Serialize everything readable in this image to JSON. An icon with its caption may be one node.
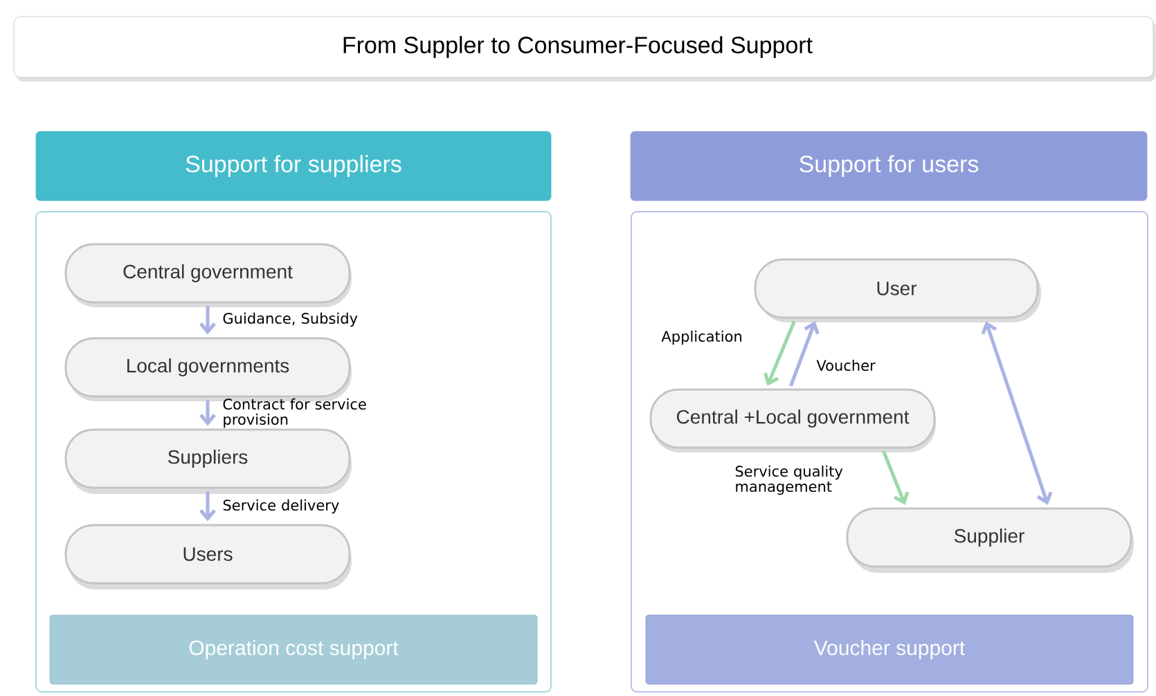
{
  "diagram": {
    "title": "From Suppler to Consumer-Focused Support",
    "nodes": [
      {
        "text": [
          "Support for suppliers"
        ]
      },
      {
        "text": [],
        "shape": "box"
      },
      {
        "text": [
          "Central government"
        ],
        "in": 1
      },
      {
        "text": [
          "Local governments"
        ],
        "in": 1
      },
      {
        "text": [
          "Suppliers"
        ],
        "in": 1
      },
      {
        "text": [
          "Users"
        ],
        "in": 1
      },
      {
        "text": [
          "Operation cost support"
        ],
        "in": 1
      },
      {
        "text": [
          "Support for users"
        ]
      },
      {
        "text": [],
        "shape": "box"
      },
      {
        "text": [
          "User"
        ],
        "in": 8
      },
      {
        "text": [
          "Central +Local government"
        ],
        "in": 8
      },
      {
        "text": [
          "Supplier"
        ],
        "in": 8
      },
      {
        "text": [
          "Voucher support"
        ],
        "in": 8
      }
    ],
    "edges": [
      {
        "from": 2,
        "to": 3,
        "arrow": "to",
        "label": "Guidance, Subsidy"
      },
      {
        "from": 3,
        "to": 4,
        "arrow": "to",
        "label": "Contract for service provision"
      },
      {
        "from": 4,
        "to": 5,
        "arrow": "to",
        "label": "Service delivery"
      },
      {
        "from": 9,
        "to": 10,
        "arrow": "to",
        "label": "Application",
        "color": "#9dd8a8"
      },
      {
        "from": 10,
        "to": 9,
        "arrow": "to",
        "label": "Voucher"
      },
      {
        "from": 10,
        "to": 11,
        "arrow": "to",
        "label": "Service quality management",
        "color": "#9dd8a8"
      },
      {
        "from": 9,
        "to": 11,
        "arrow": "both"
      }
    ]
  }
}
